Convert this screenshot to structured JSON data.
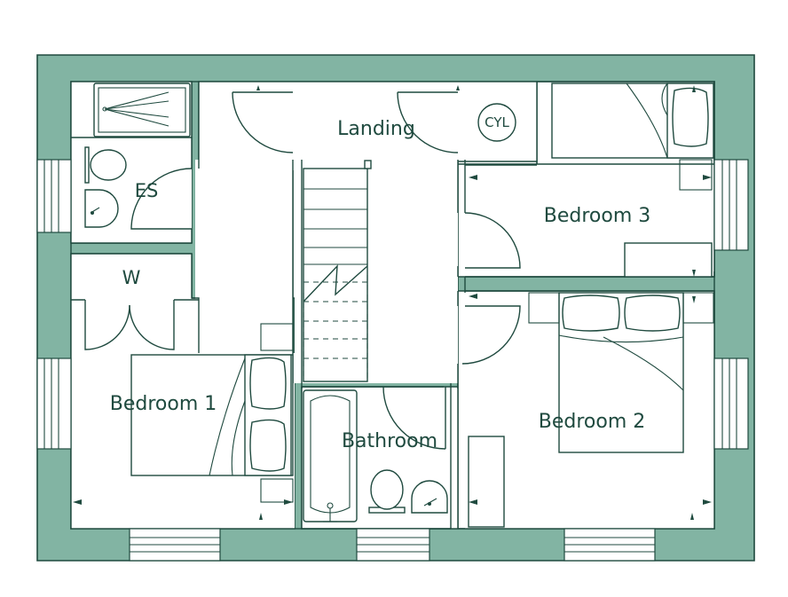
{
  "colors": {
    "wall_fill": "#82b4a3",
    "line": "#1f4a3f",
    "floor": "#ffffff"
  },
  "rooms": {
    "landing": "Landing",
    "cylinder": "CYL",
    "ensuite": "ES",
    "wardrobe": "W",
    "bedroom1": "Bedroom 1",
    "bedroom2": "Bedroom 2",
    "bedroom3": "Bedroom 3",
    "bathroom": "Bathroom"
  }
}
